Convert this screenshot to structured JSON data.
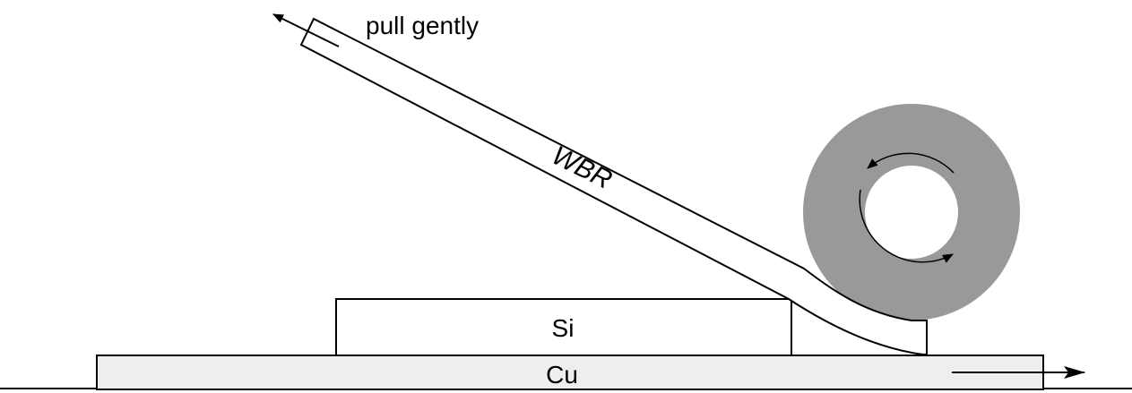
{
  "labels": {
    "pull": "pull gently",
    "tape": "WBR",
    "chip": "Si",
    "substrate": "Cu"
  },
  "colors": {
    "roller": "#999999",
    "substrate": "#eeeeee",
    "chip": "#ffffff",
    "tape": "#ffffff",
    "stroke": "#000000"
  },
  "icons": {
    "pull_direction": "arrow-up-left-icon",
    "substrate_motion": "arrow-right-icon",
    "roller_rotation": "rotation-arrows-icon"
  }
}
